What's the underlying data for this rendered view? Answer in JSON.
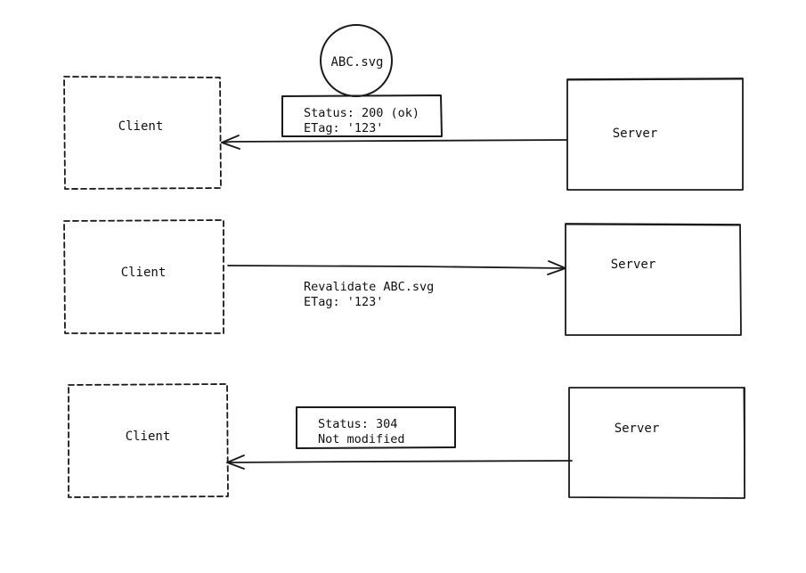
{
  "colors": {
    "ink": "#1a1a1a",
    "background": "#ffffff"
  },
  "rows": [
    {
      "client_label": "Client",
      "server_label": "Server",
      "direction": "server-to-client",
      "message_lines": [
        "Status: 200 (ok)",
        "ETag: '123'"
      ],
      "resource_label": "ABC.svg"
    },
    {
      "client_label": "Client",
      "server_label": "Server",
      "direction": "client-to-server",
      "message_lines": [
        "Revalidate ABC.svg",
        "ETag: '123'"
      ]
    },
    {
      "client_label": "Client",
      "server_label": "Server",
      "direction": "server-to-client",
      "message_lines": [
        "Status: 304",
        "Not modified"
      ]
    }
  ]
}
